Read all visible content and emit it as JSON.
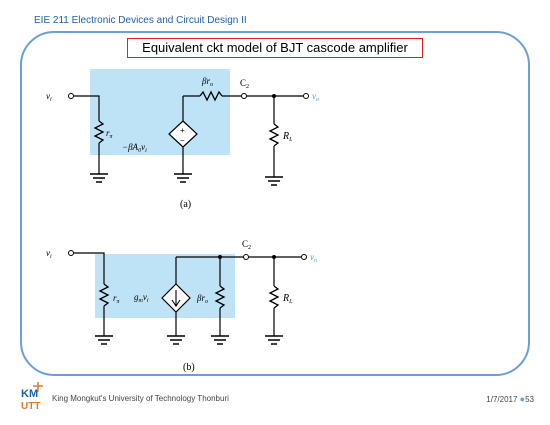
{
  "header": {
    "course": "EIE 211 Electronic Devices and Circuit Design II"
  },
  "slide": {
    "title": "Equivalent ckt model of BJT cascode amplifier"
  },
  "circuit_a": {
    "input_label": "v",
    "input_sub": "i",
    "r_pi": "r",
    "r_pi_sub": "π",
    "beta_ro": "βr",
    "beta_ro_sub": "o",
    "source_label": "−βA",
    "source_sub_a": "0",
    "source_tail": "v",
    "source_sub_b": "i",
    "plus": "+",
    "minus": "−",
    "c2_label": "C",
    "c2_sub": "2",
    "output_label": "v",
    "output_sub": "o",
    "rl_label": "R",
    "rl_sub": "L",
    "caption": "(a)"
  },
  "circuit_b": {
    "input_label": "v",
    "input_sub": "i",
    "r_pi": "r",
    "r_pi_sub": "π",
    "gm_label": "g",
    "gm_sub_m": "m",
    "gm_tail": "v",
    "gm_sub_i": "i",
    "beta_ro": "βr",
    "beta_ro_sub": "o",
    "c2_label": "C",
    "c2_sub": "2",
    "output_label": "v",
    "output_sub": "o",
    "rl_label": "R",
    "rl_sub": "L",
    "caption": "(b)"
  },
  "footer": {
    "logo_top": "KM",
    "logo_bottom": "UTT",
    "institution": "King Mongkut's University of Technology Thonburi",
    "date": "1/7/2017",
    "page": "53"
  },
  "colors": {
    "accent": "#1f5fb0",
    "frame": "#6a9fd8",
    "title_border": "#e02020",
    "highlight": "#bfe3f6",
    "output": "#4f9fd6"
  }
}
